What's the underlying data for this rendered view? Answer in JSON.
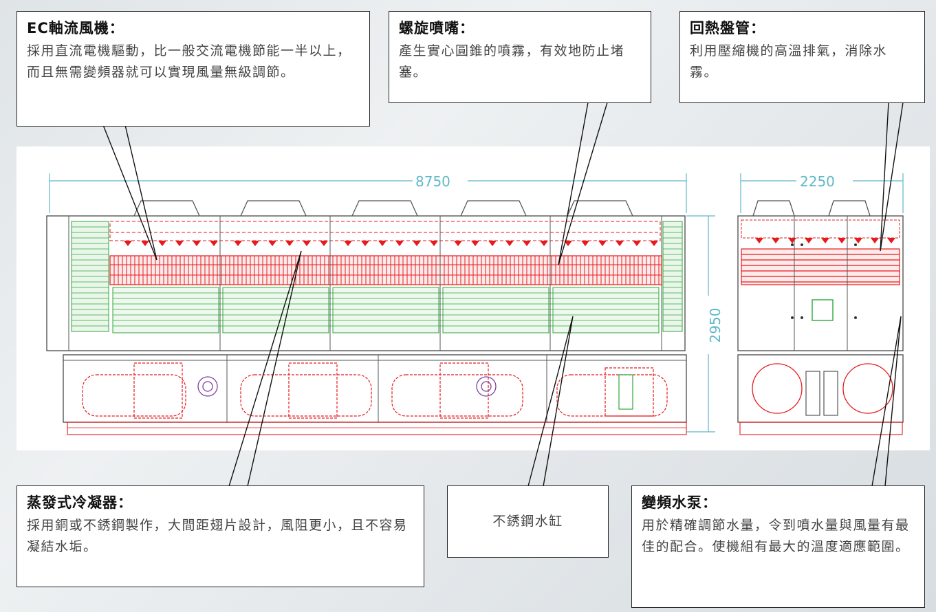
{
  "dimensions": {
    "front_width": "8750",
    "side_width": "2250",
    "height": "2950"
  },
  "callouts": {
    "ec_fan": {
      "title": "EC軸流風機：",
      "desc": "採用直流電機驅動，比一般交流電機節能一半以上，而且無需變頻器就可以實現風量無級調節。"
    },
    "spiral_nozzle": {
      "title": "螺旋噴嘴：",
      "desc": "產生實心圓錐的噴霧，有效地防止堵塞。"
    },
    "heat_coil": {
      "title": "回熱盤管：",
      "desc": "利用壓縮機的高溫排氣，消除水霧。"
    },
    "evap_condenser": {
      "title": "蒸發式冷凝器：",
      "desc": "採用銅或不銹鋼製作，大間距翅片設計，風阻更小，且不容易凝結水垢。"
    },
    "stainless_tank": {
      "label": "不銹鋼水缸"
    },
    "vfd_pump": {
      "title": "變頻水泵：",
      "desc": "用於精確調節水量，令到噴水量與風量有最佳的配合。使機組有最大的溫度適應範圍。"
    }
  },
  "colors": {
    "pipework": "#e8191c",
    "louver": "#2ea83a",
    "dimension": "#5fb8c8",
    "frame": "#555555"
  }
}
